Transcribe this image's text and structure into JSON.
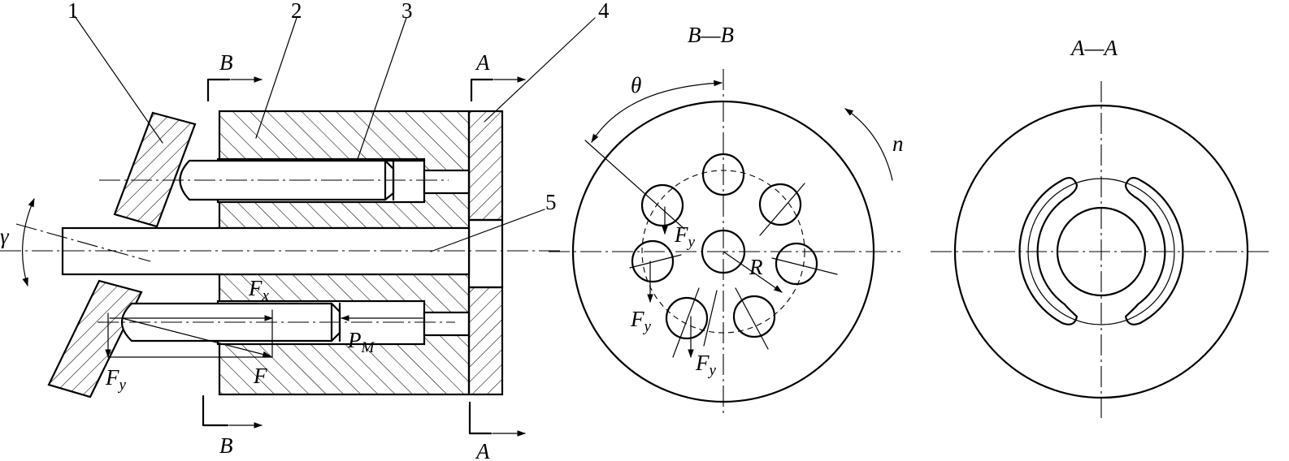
{
  "labels": {
    "part_1": "1",
    "part_2": "2",
    "part_3": "3",
    "part_4": "4",
    "part_5": "5",
    "section_b_top": "B",
    "section_b_bottom": "B",
    "section_a_top": "A",
    "section_a_bottom": "A",
    "view_bb_title": "B—B",
    "view_aa_title": "A—A",
    "gamma": "γ",
    "theta": "θ",
    "n": "n",
    "R": "R",
    "F_letter": "F",
    "sub_x": "x",
    "sub_y": "y",
    "F_label": "F",
    "P_letter": "P",
    "sub_M": "M"
  },
  "colors": {
    "ink": "#000000",
    "paper": "#ffffff"
  }
}
